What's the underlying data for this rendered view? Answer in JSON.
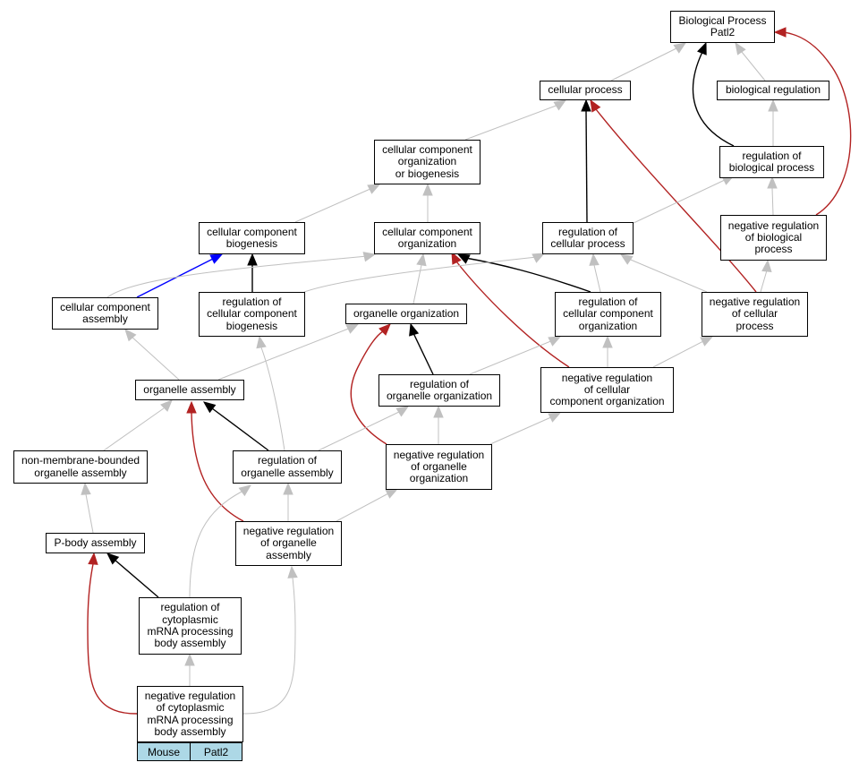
{
  "nodes": {
    "bp": "Biological Process\nPatl2",
    "cp": "cellular process",
    "br": "biological regulation",
    "ccob": "cellular component\norganization\nor biogenesis",
    "rbp": "regulation of\nbiological process",
    "ccb": "cellular component\nbiogenesis",
    "cco": "cellular component\norganization",
    "rcp": "regulation of\ncellular process",
    "nrbp": "negative regulation\nof biological\nprocess",
    "cca": "cellular component\nassembly",
    "rccb": "regulation of\ncellular component\nbiogenesis",
    "oo": "organelle organization",
    "rcco": "regulation of\ncellular component\norganization",
    "nrcp": "negative regulation\nof cellular\nprocess",
    "oa": "organelle assembly",
    "roo": "regulation of\norganelle organization",
    "nrcco": "negative regulation\nof cellular\ncomponent organization",
    "nmboa": "non-membrane-bounded\norganelle assembly",
    "roa": "regulation of\norganelle assembly",
    "nroo": "negative regulation\nof organelle\norganization",
    "pba": "P-body assembly",
    "nroa": "negative regulation\nof organelle\nassembly",
    "rcmpba": "regulation of\ncytoplasmic\nmRNA processing\nbody assembly",
    "nrcmpba": "negative regulation\nof cytoplasmic\nmRNA processing\nbody assembly"
  },
  "tags": {
    "species": "Mouse",
    "gene": "Patl2"
  },
  "colors": {
    "is_a": "#c0c0c0",
    "part_of": "#0000ff",
    "regulates": "#000000",
    "negatively_regulates": "#b22222",
    "tag_bg": "#add8e6"
  }
}
